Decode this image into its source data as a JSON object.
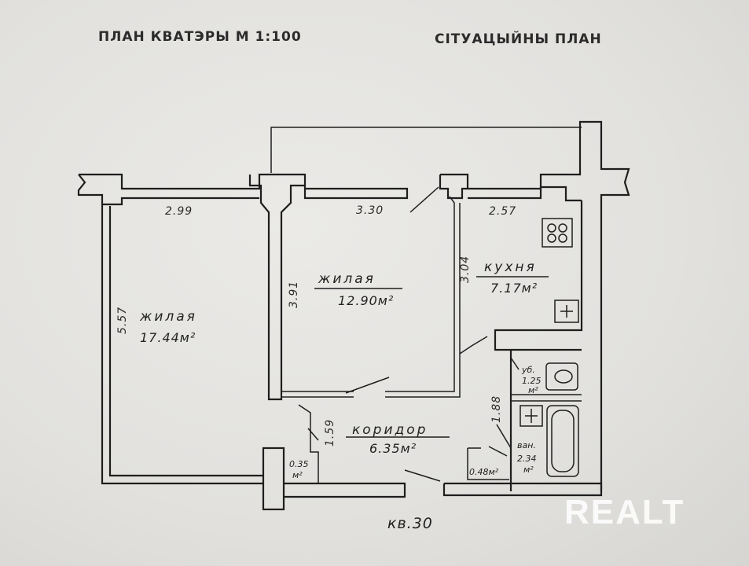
{
  "header": {
    "plan_title": "ПЛАН КВАТЭРЫ  М   1:100",
    "situation_title": "СІТУАЦЫЙНЫ ПЛАН"
  },
  "rooms": {
    "living1": {
      "label": "жилая",
      "area": "17.44м²",
      "width": "2.99",
      "depth": "5.57"
    },
    "living2": {
      "label": "жилая",
      "area": "12.90м²",
      "width": "3.30",
      "depth": "3.91"
    },
    "kitchen": {
      "label": "кухня",
      "area": "7.17м²",
      "width": "2.57",
      "depth": "3.04"
    },
    "corridor": {
      "label": "коридор",
      "area": "6.35м²",
      "width": "1.59"
    },
    "toilet": {
      "label": "уб.",
      "area": "1.25",
      "unit": "м²"
    },
    "bath": {
      "label": "ван.",
      "area": "2.34",
      "unit": "м²",
      "depth": "1.88"
    },
    "closet1": {
      "area": "0.35",
      "unit": "м²"
    },
    "closet2": {
      "area": "0.48м²"
    }
  },
  "apartment": {
    "number": "кв.30"
  },
  "watermark": {
    "text": "REALT"
  },
  "colors": {
    "paper": "#e4e3e0",
    "ink": "#1e1e1e",
    "watermark": "#ffffff"
  }
}
